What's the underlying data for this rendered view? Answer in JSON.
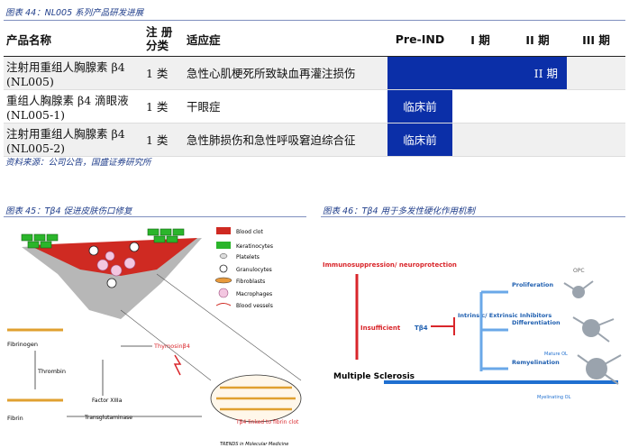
{
  "fig44": {
    "caption": "图表 44：NL005 系列产品研发进展",
    "headers": {
      "product": "产品名称",
      "reg": "注 册 分类",
      "indication": "适应症",
      "preind": "Pre-IND",
      "p1": "I 期",
      "p2": "II 期",
      "p3": "III 期"
    },
    "rows": [
      {
        "product": "注射用重组人胸腺素 β4 (NL005)",
        "reg": "1 类",
        "indication": "急性心肌梗死所致缺血再灌注损伤",
        "stage_label": "II 期"
      },
      {
        "product": "重组人胸腺素 β4 滴眼液 (NL005-1)",
        "reg": "1 类",
        "indication": "干眼症",
        "stage_label": "临床前"
      },
      {
        "product": "注射用重组人胸腺素 β4 (NL005-2)",
        "reg": "1 类",
        "indication": "急性肺损伤和急性呼吸窘迫综合征",
        "stage_label": "临床前"
      }
    ],
    "source": "资料来源：公司公告，国盛证券研究所"
  },
  "fig45": {
    "caption": "图表 45：Tβ4 促进皮肤伤口修复",
    "legend": [
      "Blood clot",
      "Keratinocytes",
      "Platelets",
      "Granulocytes",
      "Fibroblasts",
      "Macrophages",
      "Blood vessels"
    ],
    "fibrinogen": "Fibrinogen",
    "thrombin": "Thrombin",
    "fibrin": "Fibrin",
    "factor": "Factor XIIIa",
    "transglut": "Transglutaminase",
    "thymosin": "Thymosinβ4",
    "linked": "Tβ4 linked to fibrin clot",
    "journal": "TRENDS in Molecular Medicine"
  },
  "fig46": {
    "caption": "图表 46：Tβ4 用于多发性硬化作用机制",
    "immuno": "Immunosuppression/ neuroprotection",
    "insufficient": "Insufficient",
    "tb4": "Tβ4",
    "inhibitors": "Intrinsic/ Extrinsic Inhibitors",
    "ms": "Multiple Sclerosis",
    "opc": "OPC",
    "proliferation": "Proliferation",
    "differentiation": "Differentiation",
    "mature": "Mature OL",
    "remyelination": "Remyelination",
    "myelinating": "Myelinating OL"
  },
  "colors": {
    "accent": "#0b2fa8",
    "caption": "#1f3d8a",
    "red": "#d9262b",
    "green": "#2bb52b"
  }
}
